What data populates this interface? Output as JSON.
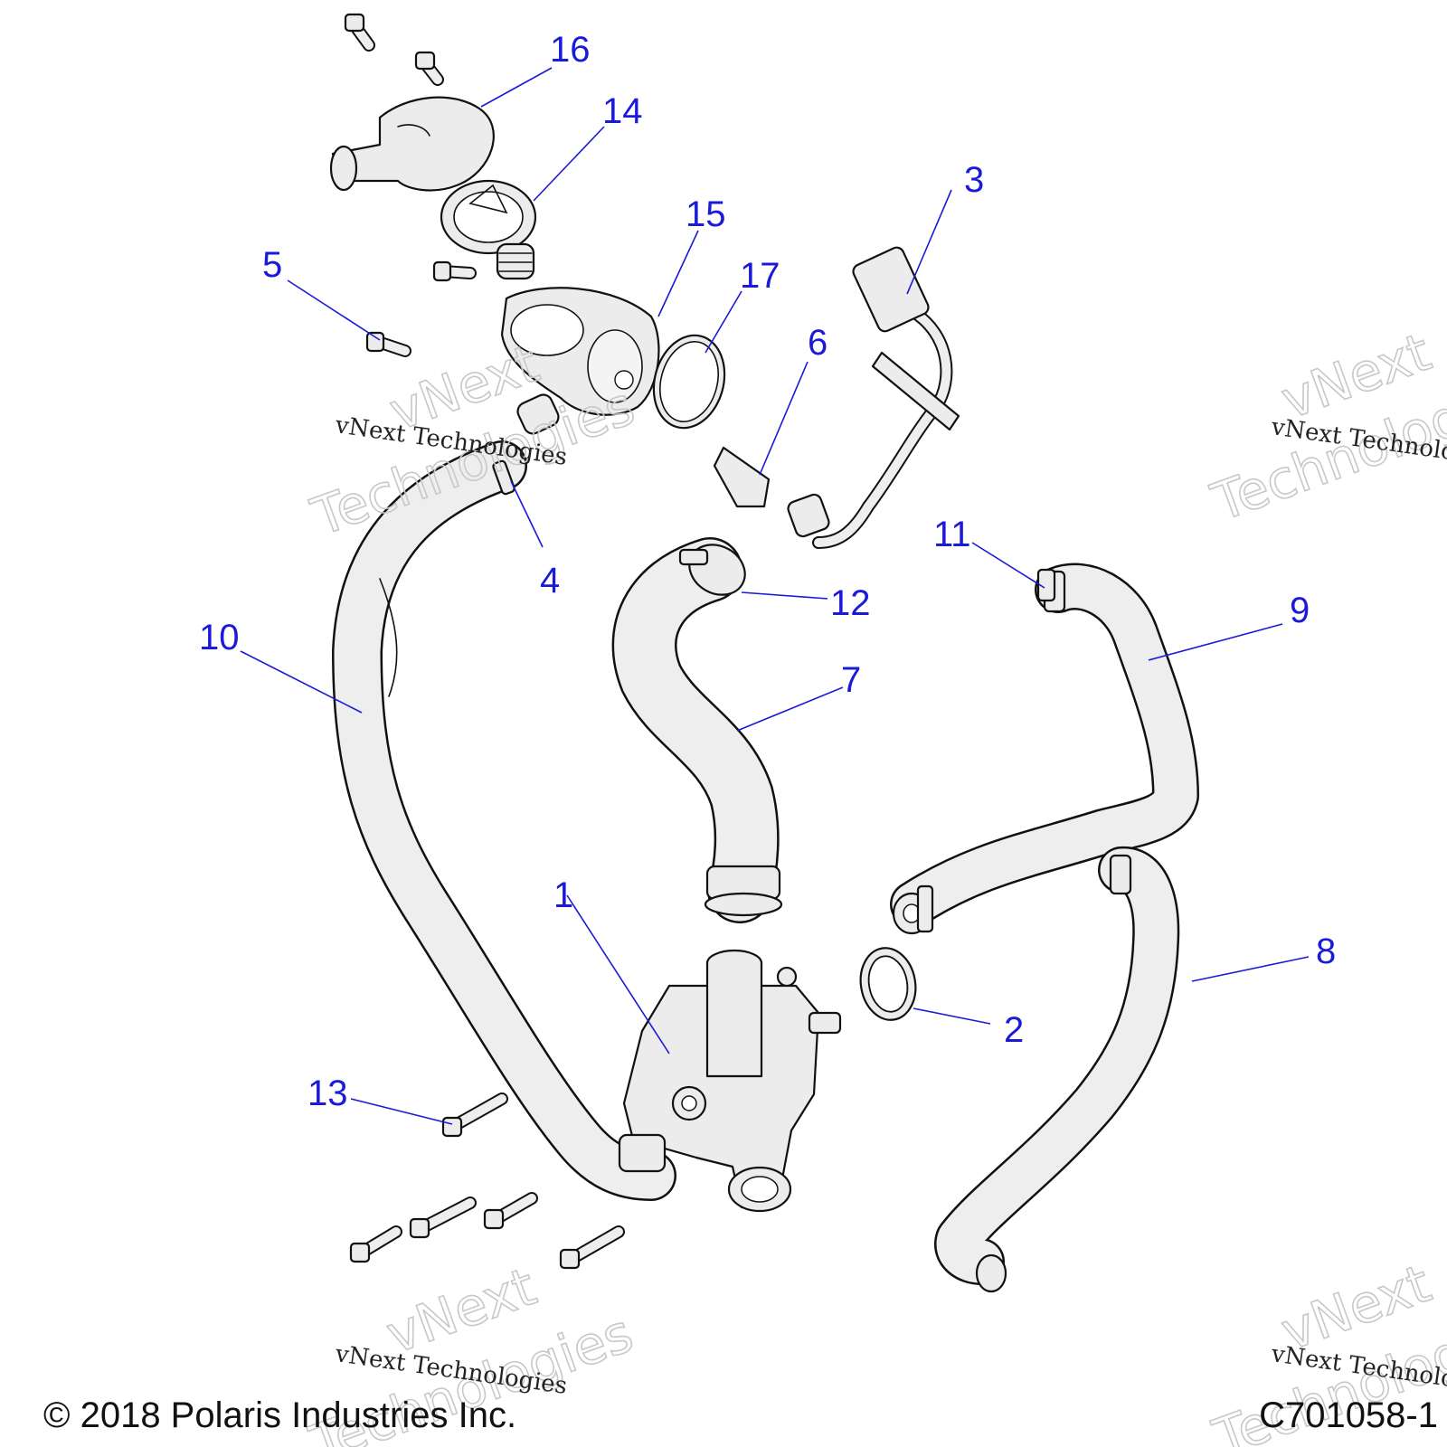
{
  "callouts": [
    "1",
    "2",
    "3",
    "4",
    "5",
    "6",
    "7",
    "8",
    "9",
    "10",
    "11",
    "12",
    "13",
    "14",
    "15",
    "16",
    "17"
  ],
  "watermark": {
    "line1": "vNext Technologies",
    "line2a": "vNext",
    "line2b": "Technologies"
  },
  "footer": {
    "copyright": "© 2018 Polaris Industries Inc.",
    "diagram_id": "C701058-1"
  }
}
